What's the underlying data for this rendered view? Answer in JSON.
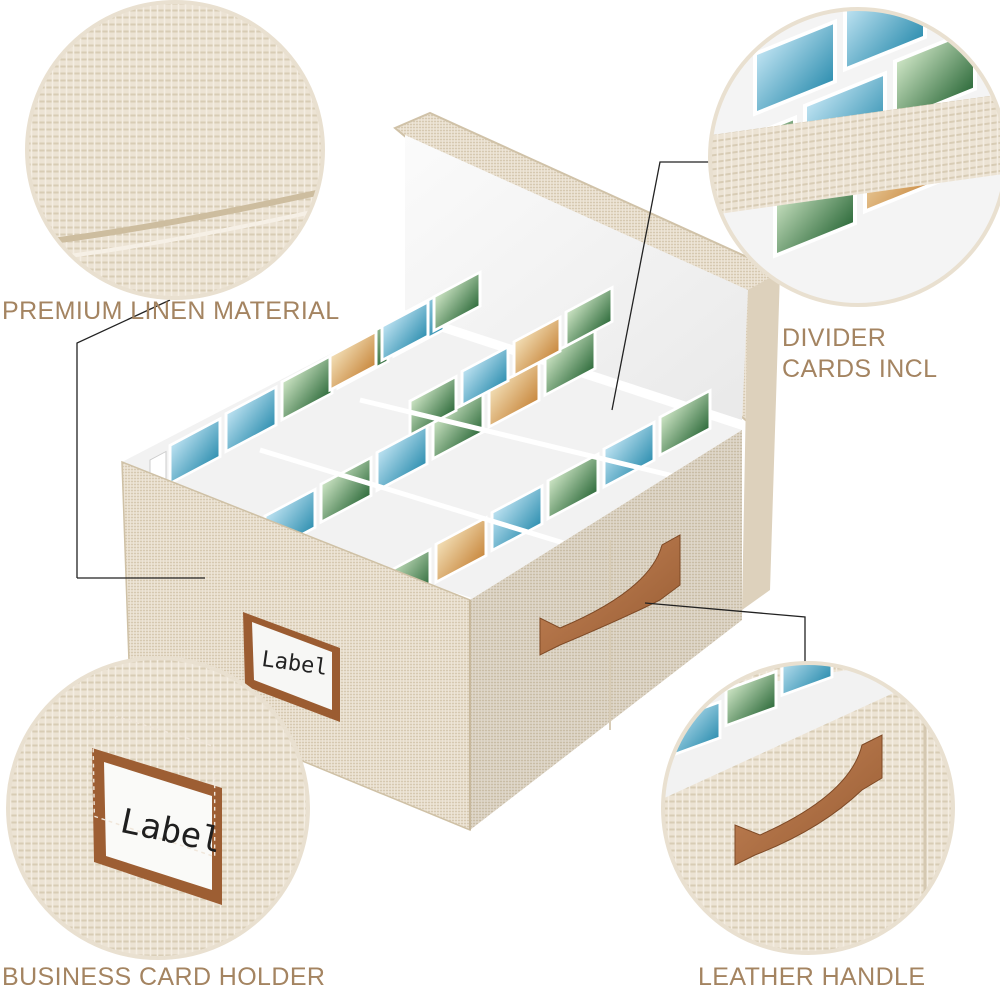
{
  "callouts": {
    "linen": "PREMIUM LINEN  MATERIAL",
    "divider_line1": "DIVIDER",
    "divider_line2": "CARDS INCL",
    "card_holder": "BUSINESS CARD HOLDER",
    "handle": "LEATHER HANDLE"
  },
  "labels": {
    "box_label": "Label",
    "zoom_label": "Label"
  },
  "colors": {
    "linen": "#e6dccb",
    "linen_shadow": "#d3c6ae",
    "leather": "#b0703f",
    "text_accent": "#a48461"
  }
}
